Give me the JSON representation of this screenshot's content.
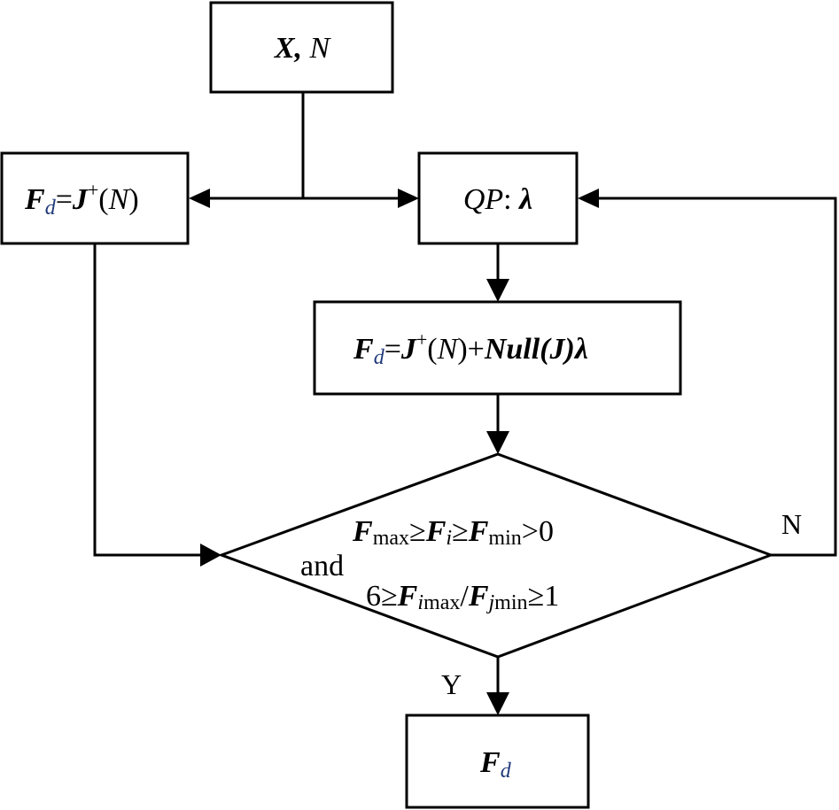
{
  "diagram": {
    "type": "flowchart",
    "nodes": {
      "input": {
        "label_parts": [
          "X",
          ", ",
          "N"
        ],
        "text": "X, N"
      },
      "pseudo_inverse": {
        "text": "Fd=J+(N)",
        "F": "F",
        "d": "d",
        "eq": "=",
        "J": "J",
        "plus_sup": "+",
        "open": "(",
        "N": "N",
        "close": ")"
      },
      "qp": {
        "text": "QP: λ",
        "QP": "QP",
        "colon": ":",
        "lambda": "λ"
      },
      "nullspace": {
        "text": "Fd=J+(N)+Null(J)λ",
        "F": "F",
        "d": "d",
        "eq": "=",
        "J": "J",
        "plus_sup": "+",
        "open": "(",
        "N": "N",
        "close": ")",
        "plus": "+",
        "Null": "Null",
        "open2": "(",
        "J2": "J",
        "close2": ")",
        "lambda": "λ"
      },
      "decision": {
        "line1": {
          "F1": "F",
          "max": "max",
          "ge1": "≥",
          "F2": "F",
          "i": "i",
          "ge2": "≥",
          "F3": "F",
          "min": "min",
          "gt": ">",
          "zero": "0"
        },
        "and": "and",
        "line2": {
          "six": "6",
          "ge1": "≥",
          "F1": "F",
          "i": "i",
          "max": "max",
          "slash": "/",
          "F2": "F",
          "j": "j",
          "min": "min",
          "ge2": "≥",
          "one": "1"
        }
      },
      "output": {
        "text": "Fd",
        "F": "F",
        "d": "d"
      }
    },
    "edge_labels": {
      "yes": "Y",
      "no": "N"
    },
    "edges": [
      {
        "from": "input",
        "to": "pseudo_inverse"
      },
      {
        "from": "input",
        "to": "qp"
      },
      {
        "from": "qp",
        "to": "nullspace"
      },
      {
        "from": "nullspace",
        "to": "decision"
      },
      {
        "from": "pseudo_inverse",
        "to": "decision"
      },
      {
        "from": "decision",
        "to": "output",
        "label": "Y"
      },
      {
        "from": "decision",
        "to": "qp",
        "label": "N"
      }
    ]
  }
}
